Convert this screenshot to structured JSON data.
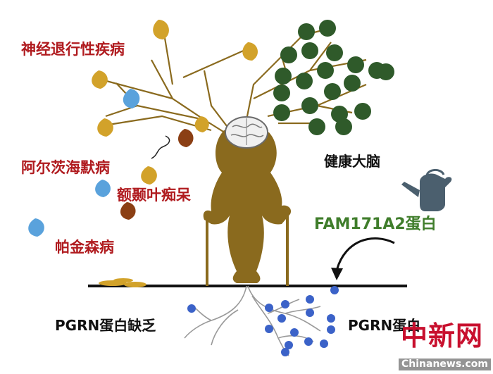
{
  "labels": {
    "neuro": "神经退行性疾病",
    "alzheimer": "阿尔茨海默病",
    "ftd": "额颞叶痴呆",
    "parkinson": "帕金森病",
    "healthy": "健康大脑",
    "fam": "FAM171A2蛋白",
    "pgrn_deficit": "PGRN蛋白缺乏",
    "pgrn": "PGRN蛋白"
  },
  "watermark": {
    "logo": "中新网",
    "site": "Chinanews.com"
  },
  "colors": {
    "disease_text": "#b01b1f",
    "fam_text": "#3f7d2b",
    "trunk": "#8a6a1e",
    "leaf_gold": "#d2a22a",
    "leaf_blue": "#5aa2dc",
    "leaf_brown": "#8b3f14",
    "leaf_green": "#2f5a2a",
    "pgrn_dot": "#3b62c8"
  }
}
